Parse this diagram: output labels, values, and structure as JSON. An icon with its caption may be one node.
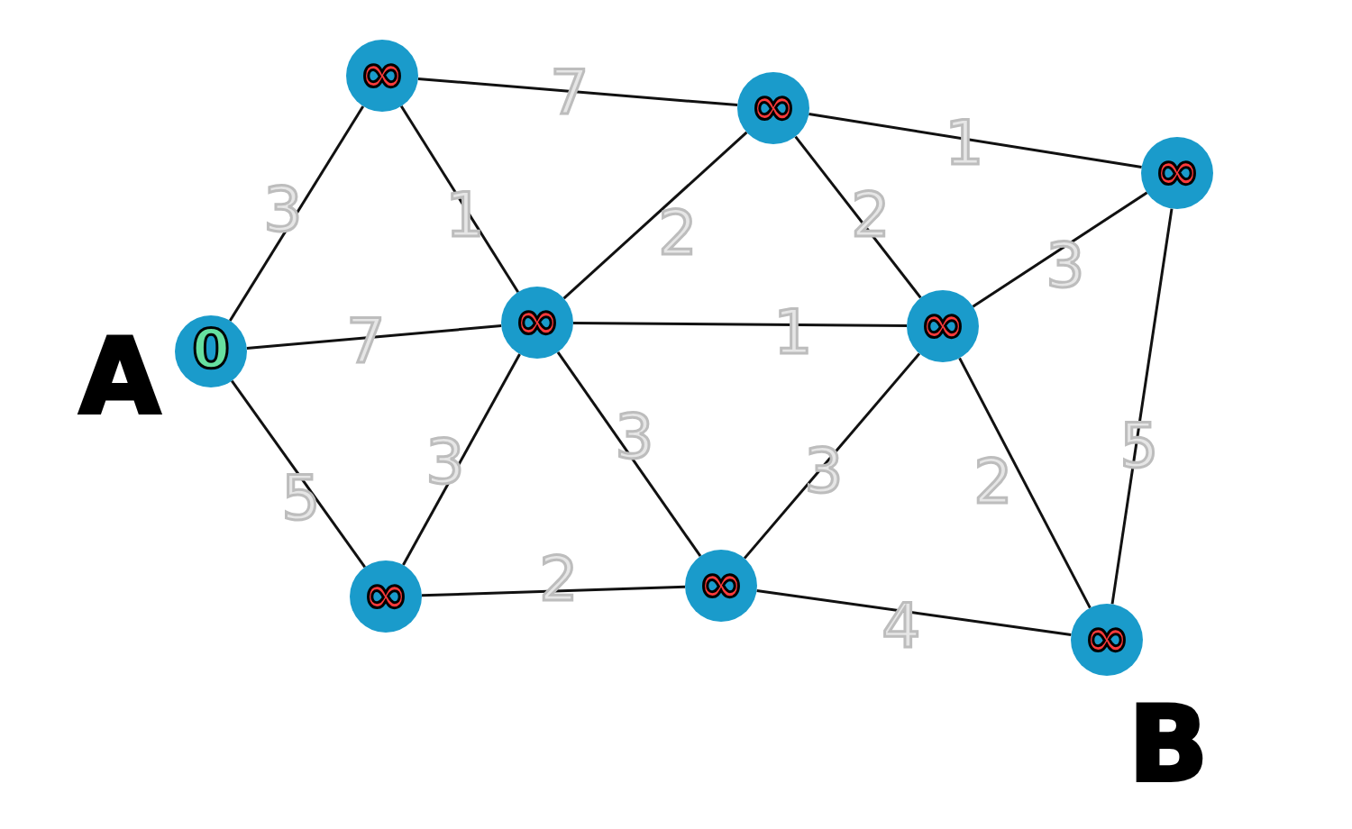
{
  "diagram": {
    "nodes": [
      {
        "text": [
          "0"
        ],
        "beside": [
          "A"
        ]
      },
      {
        "text": [
          "∞"
        ]
      },
      {
        "text": [
          "∞"
        ]
      },
      {
        "text": [
          "∞"
        ]
      },
      {
        "text": [
          "∞"
        ]
      },
      {
        "text": [
          "∞"
        ]
      },
      {
        "text": [
          "∞"
        ]
      },
      {
        "text": [
          "∞"
        ]
      },
      {
        "text": [
          "∞"
        ],
        "beside": [
          "B"
        ]
      }
    ],
    "edges": [
      {
        "from": 0,
        "to": 1,
        "arrow": "none",
        "label": "3"
      },
      {
        "from": 1,
        "to": 2,
        "arrow": "none",
        "label": "7"
      },
      {
        "from": 2,
        "to": 3,
        "arrow": "none",
        "label": "1"
      },
      {
        "from": 1,
        "to": 4,
        "arrow": "none",
        "label": "1"
      },
      {
        "from": 0,
        "to": 4,
        "arrow": "none",
        "label": "7"
      },
      {
        "from": 4,
        "to": 2,
        "arrow": "none",
        "label": "2"
      },
      {
        "from": 2,
        "to": 5,
        "arrow": "none",
        "label": "2"
      },
      {
        "from": 4,
        "to": 5,
        "arrow": "none",
        "label": "1"
      },
      {
        "from": 5,
        "to": 3,
        "arrow": "none",
        "label": "3"
      },
      {
        "from": 0,
        "to": 6,
        "arrow": "none",
        "label": "5"
      },
      {
        "from": 6,
        "to": 4,
        "arrow": "none",
        "label": "3"
      },
      {
        "from": 4,
        "to": 7,
        "arrow": "none",
        "label": "3"
      },
      {
        "from": 7,
        "to": 5,
        "arrow": "none",
        "label": "3"
      },
      {
        "from": 6,
        "to": 7,
        "arrow": "none",
        "label": "2"
      },
      {
        "from": 5,
        "to": 8,
        "arrow": "none",
        "label": "2"
      },
      {
        "from": 3,
        "to": 8,
        "arrow": "none",
        "label": "5"
      },
      {
        "from": 7,
        "to": 8,
        "arrow": "none",
        "label": "4"
      }
    ]
  }
}
